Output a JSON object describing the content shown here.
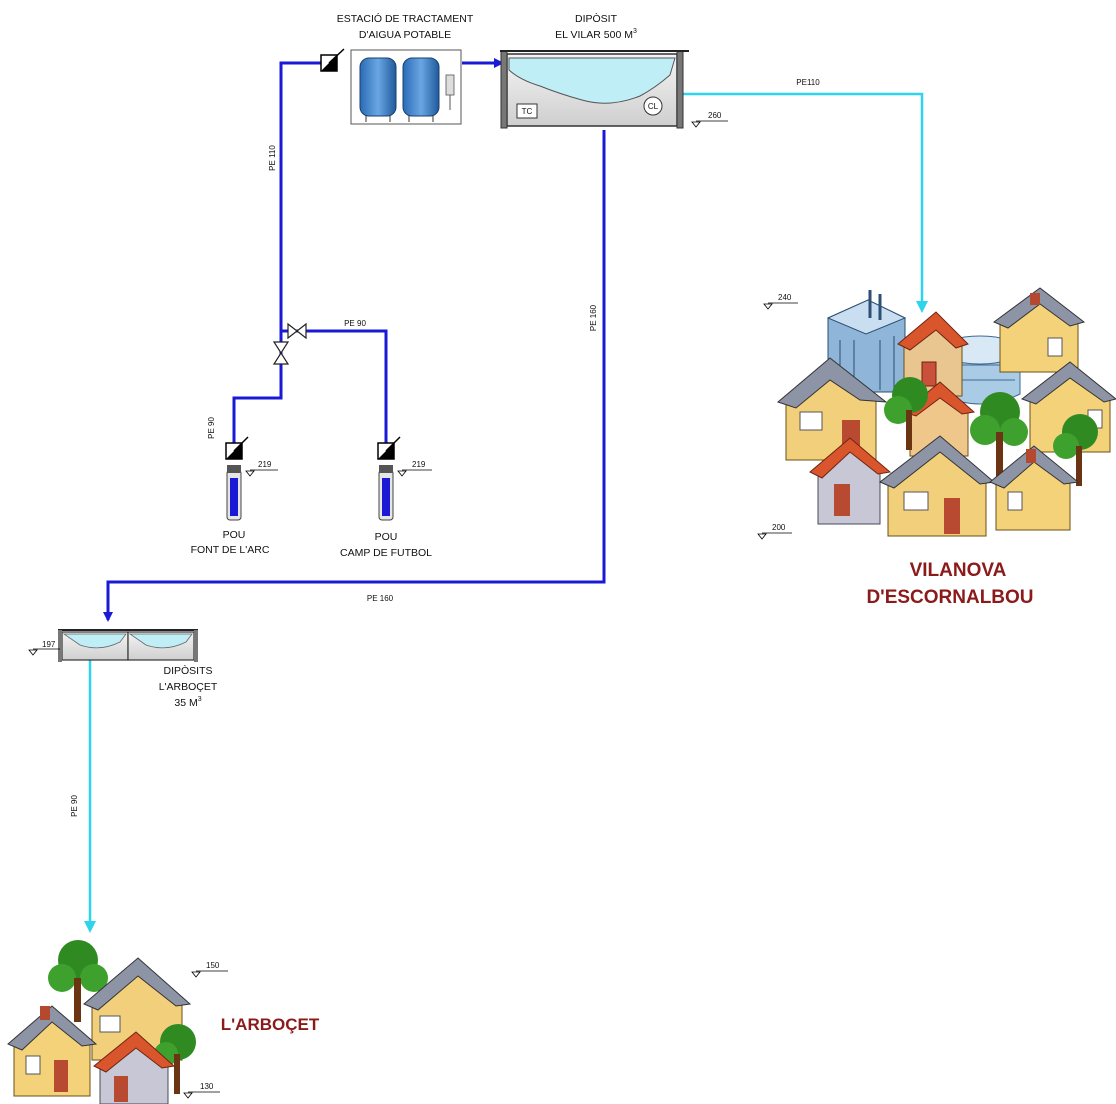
{
  "treatment_station": {
    "line1": "ESTACIÓ DE TRACTAMENT",
    "line2": "D'AIGUA POTABLE"
  },
  "main_tank": {
    "line1": "DIPÒSIT",
    "line2": "EL VILAR 500 M",
    "sup": "3",
    "tag_tc": "TC",
    "tag_cl": "CL",
    "level": "260"
  },
  "arbocet_tanks": {
    "line1": "DIPÒSITS",
    "line2": "L'ARBOÇET",
    "line3": "35 M",
    "sup": "3",
    "level": "197"
  },
  "wells": [
    {
      "line1": "POU",
      "line2": "FONT DE L'ARC",
      "level": "219"
    },
    {
      "line1": "POU",
      "line2": "CAMP DE FUTBOL",
      "level": "219"
    }
  ],
  "pipes": {
    "pe110_top": "PE110",
    "pe110_vertical": "PE 110",
    "pe90_horizontal": "PE 90",
    "pe90_well": "PE 90",
    "pe160_vertical": "PE 160",
    "pe160_horizontal": "PE 160",
    "pe90_arbocet": "PE 90"
  },
  "towns": {
    "vilanova_line1": "VILANOVA",
    "vilanova_line2": "D'ESCORNALBOU",
    "vilanova_level_top": "240",
    "vilanova_level_bottom": "200",
    "arbocet": "L'ARBOÇET",
    "arbocet_level_top": "150",
    "arbocet_level_bottom": "130"
  },
  "colors": {
    "main_pipe": "#1a1ad6",
    "distribution_pipe": "#2ed3ee",
    "town_label": "#8b1a1a"
  }
}
